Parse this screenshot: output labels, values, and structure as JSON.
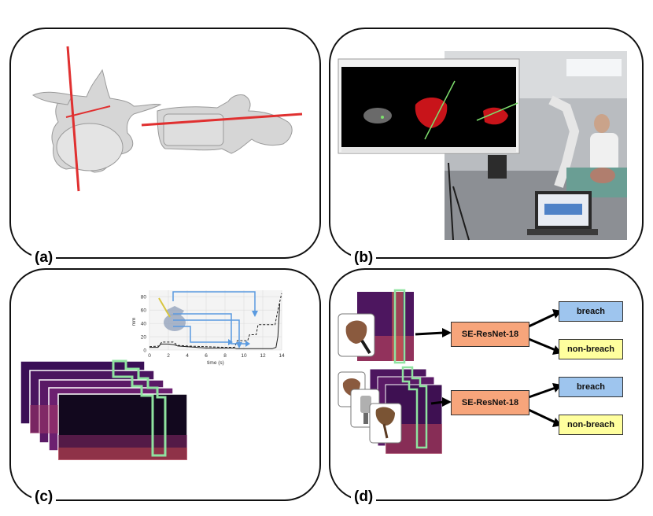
{
  "panels": {
    "a": {
      "label": "(a)"
    },
    "b": {
      "label": "(b)"
    },
    "c": {
      "label": "(c)",
      "chart_data": {
        "type": "line",
        "ylabel": "mm",
        "xlabel": "time (s)",
        "xlim": [
          0,
          14
        ],
        "ylim": [
          0,
          85
        ],
        "xticks": [
          "0",
          "2",
          "4",
          "6",
          "8",
          "10",
          "12",
          "14"
        ],
        "yticks": [
          "0",
          "20",
          "40",
          "60",
          "80"
        ],
        "series": [
          {
            "style": "solid",
            "x": [
              0,
              0.9,
              1.2,
              2.0,
              2.6,
              3.0,
              4,
              6,
              8,
              9.0,
              9.2,
              10,
              12,
              13.0,
              13.4,
              13.6,
              13.8
            ],
            "y": [
              4,
              4,
              9,
              9,
              8,
              6,
              5,
              3,
              3,
              3,
              2,
              2,
              2,
              2,
              4,
              20,
              70
            ]
          },
          {
            "style": "dashed",
            "x": [
              0,
              1.0,
              1.3,
              2.5,
              3.0,
              4,
              6,
              8,
              9.0,
              9.3,
              10.4,
              10.6,
              11.3,
              11.5,
              13.3,
              13.6,
              14.0
            ],
            "y": [
              5,
              6,
              12,
              12,
              7,
              6,
              5,
              4,
              4,
              14,
              14,
              23,
              23,
              38,
              38,
              60,
              85
            ]
          }
        ]
      }
    },
    "d": {
      "label": "(d)",
      "model_label": "SE-ResNet-18",
      "output_breach": "breach",
      "output_non_breach": "non-breach"
    }
  },
  "colors": {
    "model_fill": "#f7a57b",
    "breach_fill": "#9ec5ee",
    "non_breach_fill": "#ffff9e",
    "axis_line": "#e03030",
    "selection_box": "#8fe3a0",
    "arrow_blue": "#5a9ae0"
  }
}
